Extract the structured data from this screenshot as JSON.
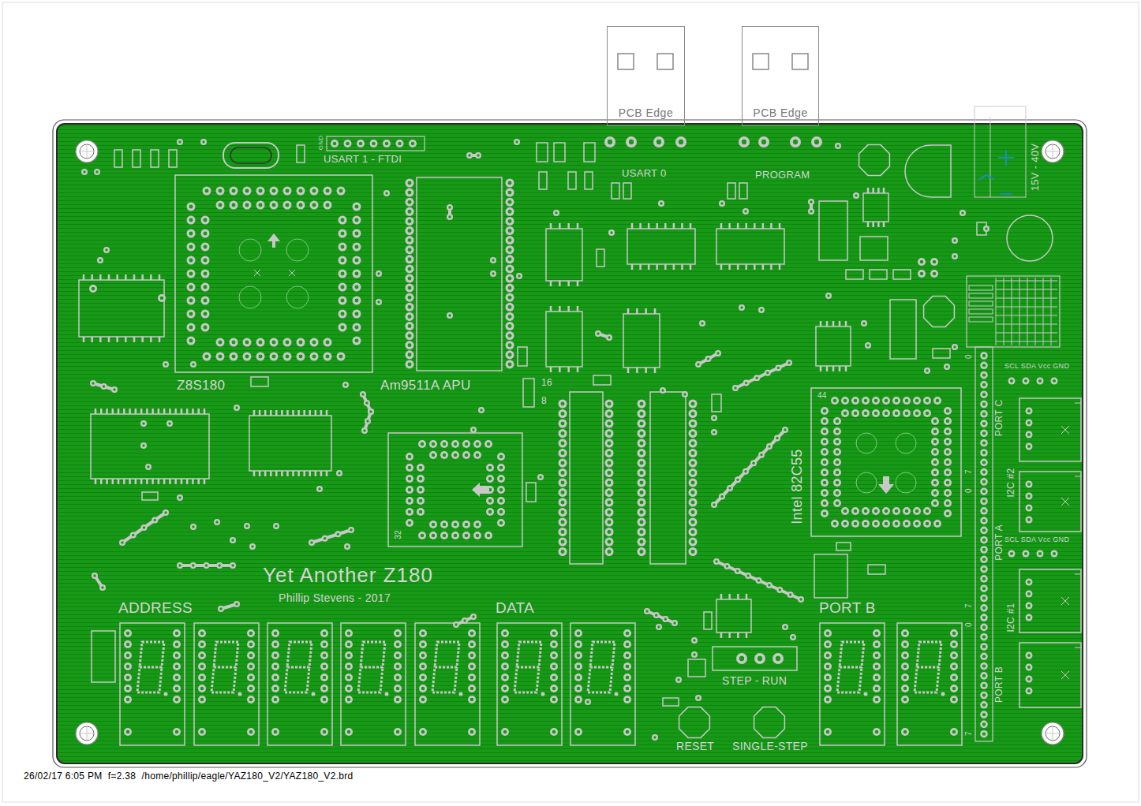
{
  "diagram": {
    "nodes": [
      {
        "text": [
          "PCB Edge"
        ]
      },
      {
        "text": [
          "PCB Edge"
        ]
      }
    ],
    "labels": [
      "GND",
      "USART 1 - FTDI",
      "USART 0",
      "PROGRAM",
      "15V - 40V",
      "Z8S180",
      "Am9511A APU",
      "16",
      "8",
      "44",
      "Intel 82C55",
      "32",
      "0",
      "SCL SDA Vcc GND",
      "PORT C",
      "I2C #2",
      "7",
      "0",
      "PORT A",
      "SCL SDA Vcc GND",
      "7",
      "I2C #1",
      "0",
      "PORT B",
      "7",
      "Yet Another Z180",
      "Phillip Stevens - 2017",
      "ADDRESS",
      "DATA",
      "PORT B",
      "STEP - RUN",
      "RESET",
      "SINGLE-STEP",
      "26/02/17 6:05 PM  f=2.38  /home/phillip/eagle/YAZ180_V2/YAZ180_V2.brd"
    ]
  }
}
